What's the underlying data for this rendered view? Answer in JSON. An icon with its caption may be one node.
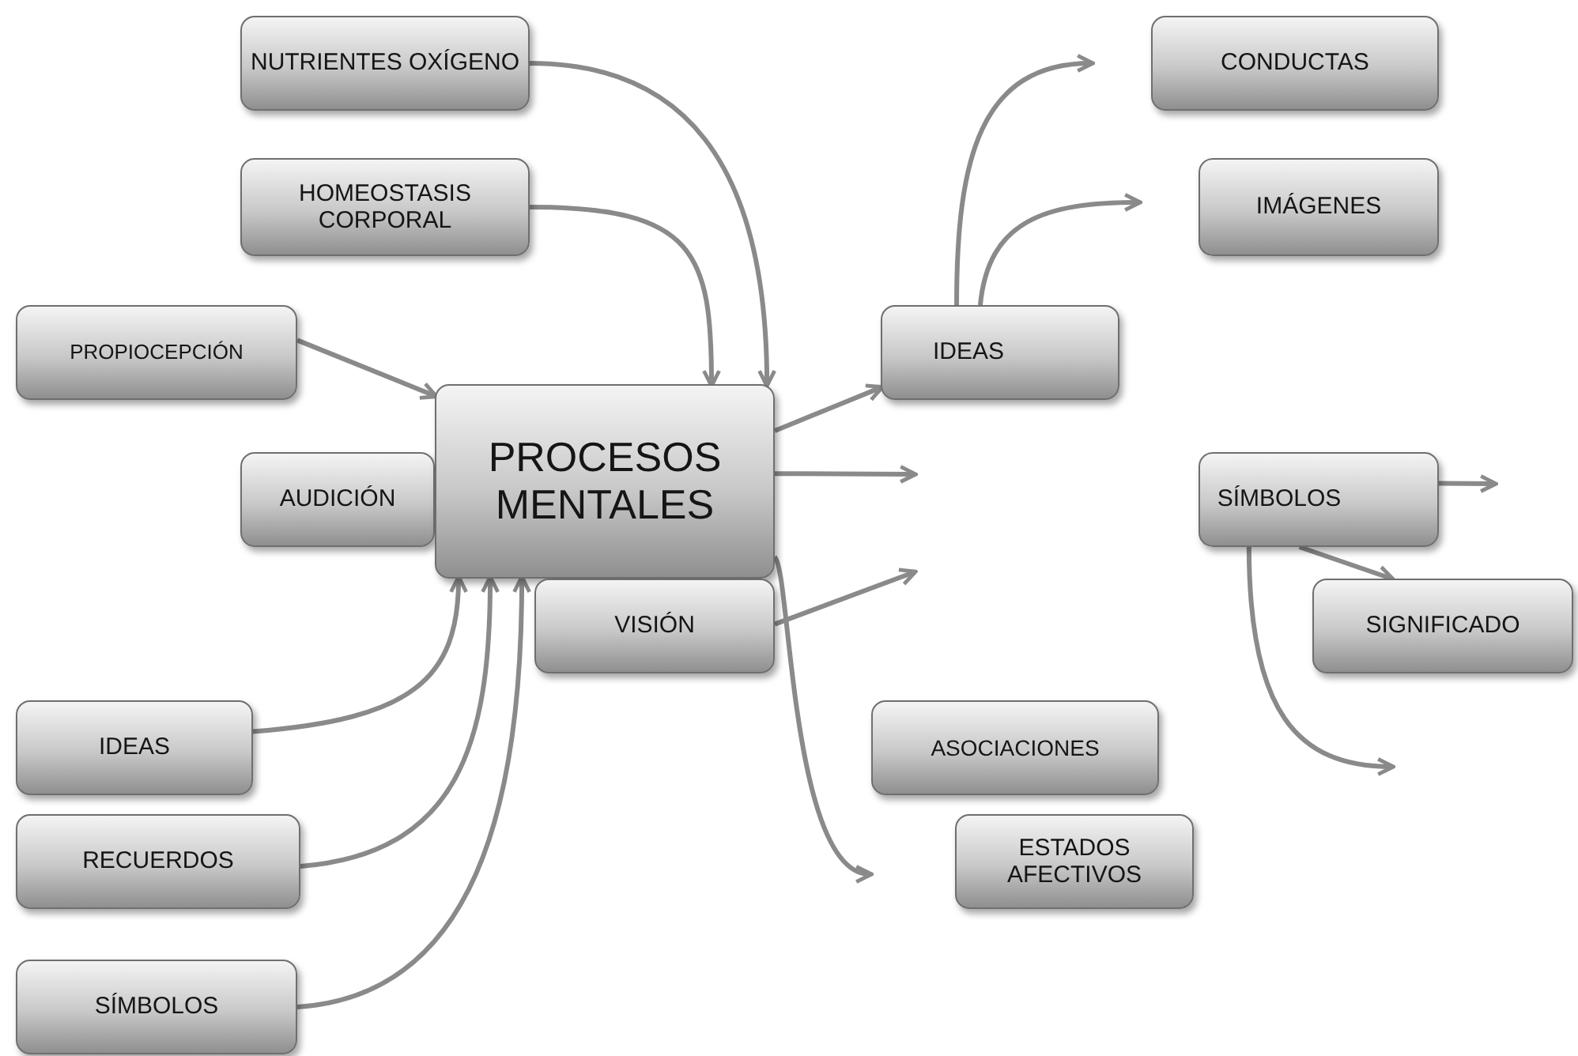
{
  "diagram": {
    "nodes": [
      {
        "text": [
          "NUTRIENTES OXÍGENO"
        ]
      },
      {
        "text": [
          "HOMEOSTASIS CORPORAL"
        ]
      },
      {
        "text": [
          "PROPIOCEPCIÓN"
        ]
      },
      {
        "text": [
          "CONDUCTAS"
        ]
      },
      {
        "text": [
          "IMÁGENES"
        ]
      },
      {
        "text": [
          "IDEAS"
        ]
      },
      {
        "text": [
          "AUDICIÓN"
        ]
      },
      {
        "text": [
          "PROCESOS MENTALES"
        ]
      },
      {
        "text": [
          "SÍMBOLOS"
        ]
      },
      {
        "text": [
          "VISIÓN"
        ]
      },
      {
        "text": [
          "SIGNIFICADO"
        ]
      },
      {
        "text": [
          "IDEAS"
        ]
      },
      {
        "text": [
          "ASOCIACIONES"
        ]
      },
      {
        "text": [
          "RECUERDOS"
        ]
      },
      {
        "text": [
          "ESTADOS AFECTIVOS"
        ]
      },
      {
        "text": [
          "SÍMBOLOS"
        ]
      }
    ],
    "edges": [
      {
        "from": 0,
        "to": 7,
        "arrow": "to"
      },
      {
        "from": 1,
        "to": 7,
        "arrow": "to"
      },
      {
        "from": 2,
        "to": 7,
        "arrow": "to"
      },
      {
        "from": 7,
        "to": 5,
        "arrow": "to"
      },
      {
        "from": 5,
        "to": null,
        "arrow": "to"
      },
      {
        "from": 5,
        "to": null,
        "arrow": "to"
      },
      {
        "from": 7,
        "to": null,
        "arrow": "to"
      },
      {
        "from": 9,
        "to": null,
        "arrow": "to"
      },
      {
        "from": 8,
        "to": null,
        "arrow": "to"
      },
      {
        "from": 8,
        "to": 10,
        "arrow": "to"
      },
      {
        "from": 8,
        "to": null,
        "arrow": "to"
      },
      {
        "from": 11,
        "to": 7,
        "arrow": "to"
      },
      {
        "from": 13,
        "to": 7,
        "arrow": "to"
      },
      {
        "from": 15,
        "to": 7,
        "arrow": "to"
      },
      {
        "from": 7,
        "to": null,
        "arrow": "to"
      }
    ]
  }
}
